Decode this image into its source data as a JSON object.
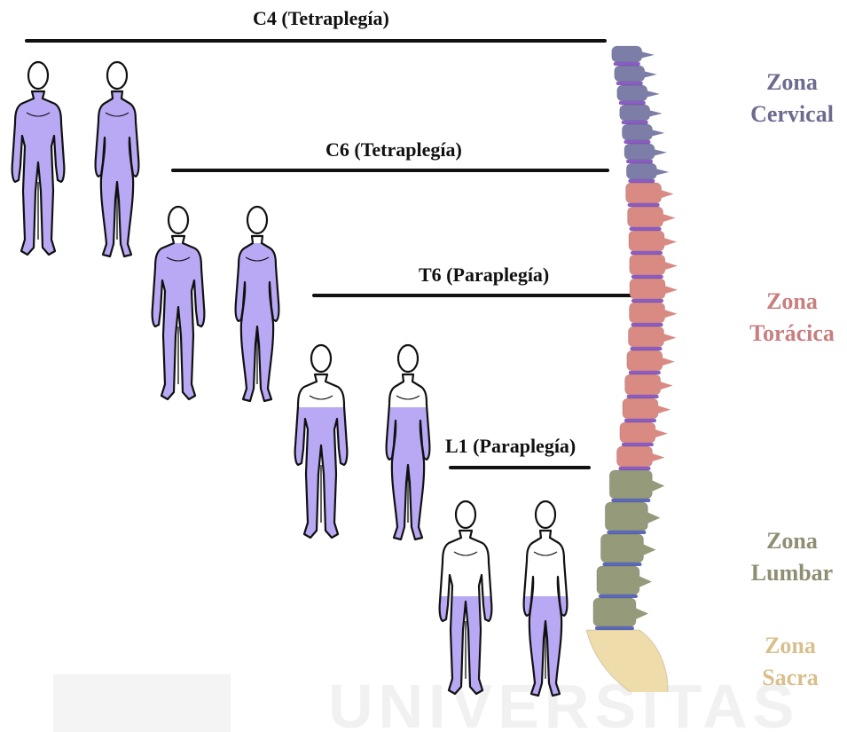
{
  "levels": [
    {
      "label": "C4 (Tetraplegía)"
    },
    {
      "label": "C6 (Tetraplegía)"
    },
    {
      "label": "T6 (Paraplegía)"
    },
    {
      "label": "L1 (Paraplegía)"
    }
  ],
  "zones": {
    "cervical": {
      "line1": "Zona",
      "line2": "Cervical",
      "color": "#6d6a8e"
    },
    "toracica": {
      "line1": "Zona",
      "line2": "Torácica",
      "color": "#c77f7f"
    },
    "lumbar": {
      "line1": "Zona",
      "line2": "Lumbar",
      "color": "#8f8e73"
    },
    "sacra": {
      "line1": "Zona",
      "line2": "Sacra",
      "color": "#d8bf8d"
    }
  },
  "paralysis_color": "#b9a9f5",
  "spine_colors": {
    "cervical": "#7d7ea8",
    "thoracic": "#d98b83",
    "lumbar": "#959a7a",
    "sacral": "#eedcaa",
    "disc_upper": "#8a5cc4",
    "disc_lower": "#5c68b8"
  },
  "watermark": "UNIVERSITAS"
}
